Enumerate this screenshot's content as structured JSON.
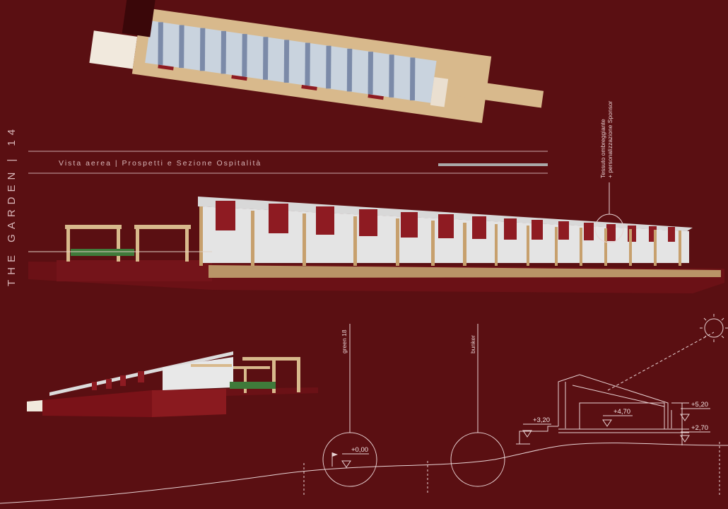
{
  "sheet": {
    "project_title": "THE GARDEN",
    "sheet_number": "14",
    "subtitle": "Vista aerea | Prospetti e Sezione Ospitalità"
  },
  "annotations": {
    "fabric_note_line1": "Tessuto ombreggiante",
    "fabric_note_line2": "+ personalizzazione Sponsor",
    "green_label": "green 18",
    "bunker_label": "bunker"
  },
  "levels": {
    "ground": "+0,00",
    "deck": "+3,20",
    "interior": "+4,70",
    "roof_top": "+5,20",
    "side": "+2,70"
  },
  "colors": {
    "background": "#5a0f12",
    "wood": "#d8b98c",
    "sponsor_red": "#8e1b22",
    "glass": "#c9d3de",
    "line": "#e8d3d4"
  }
}
